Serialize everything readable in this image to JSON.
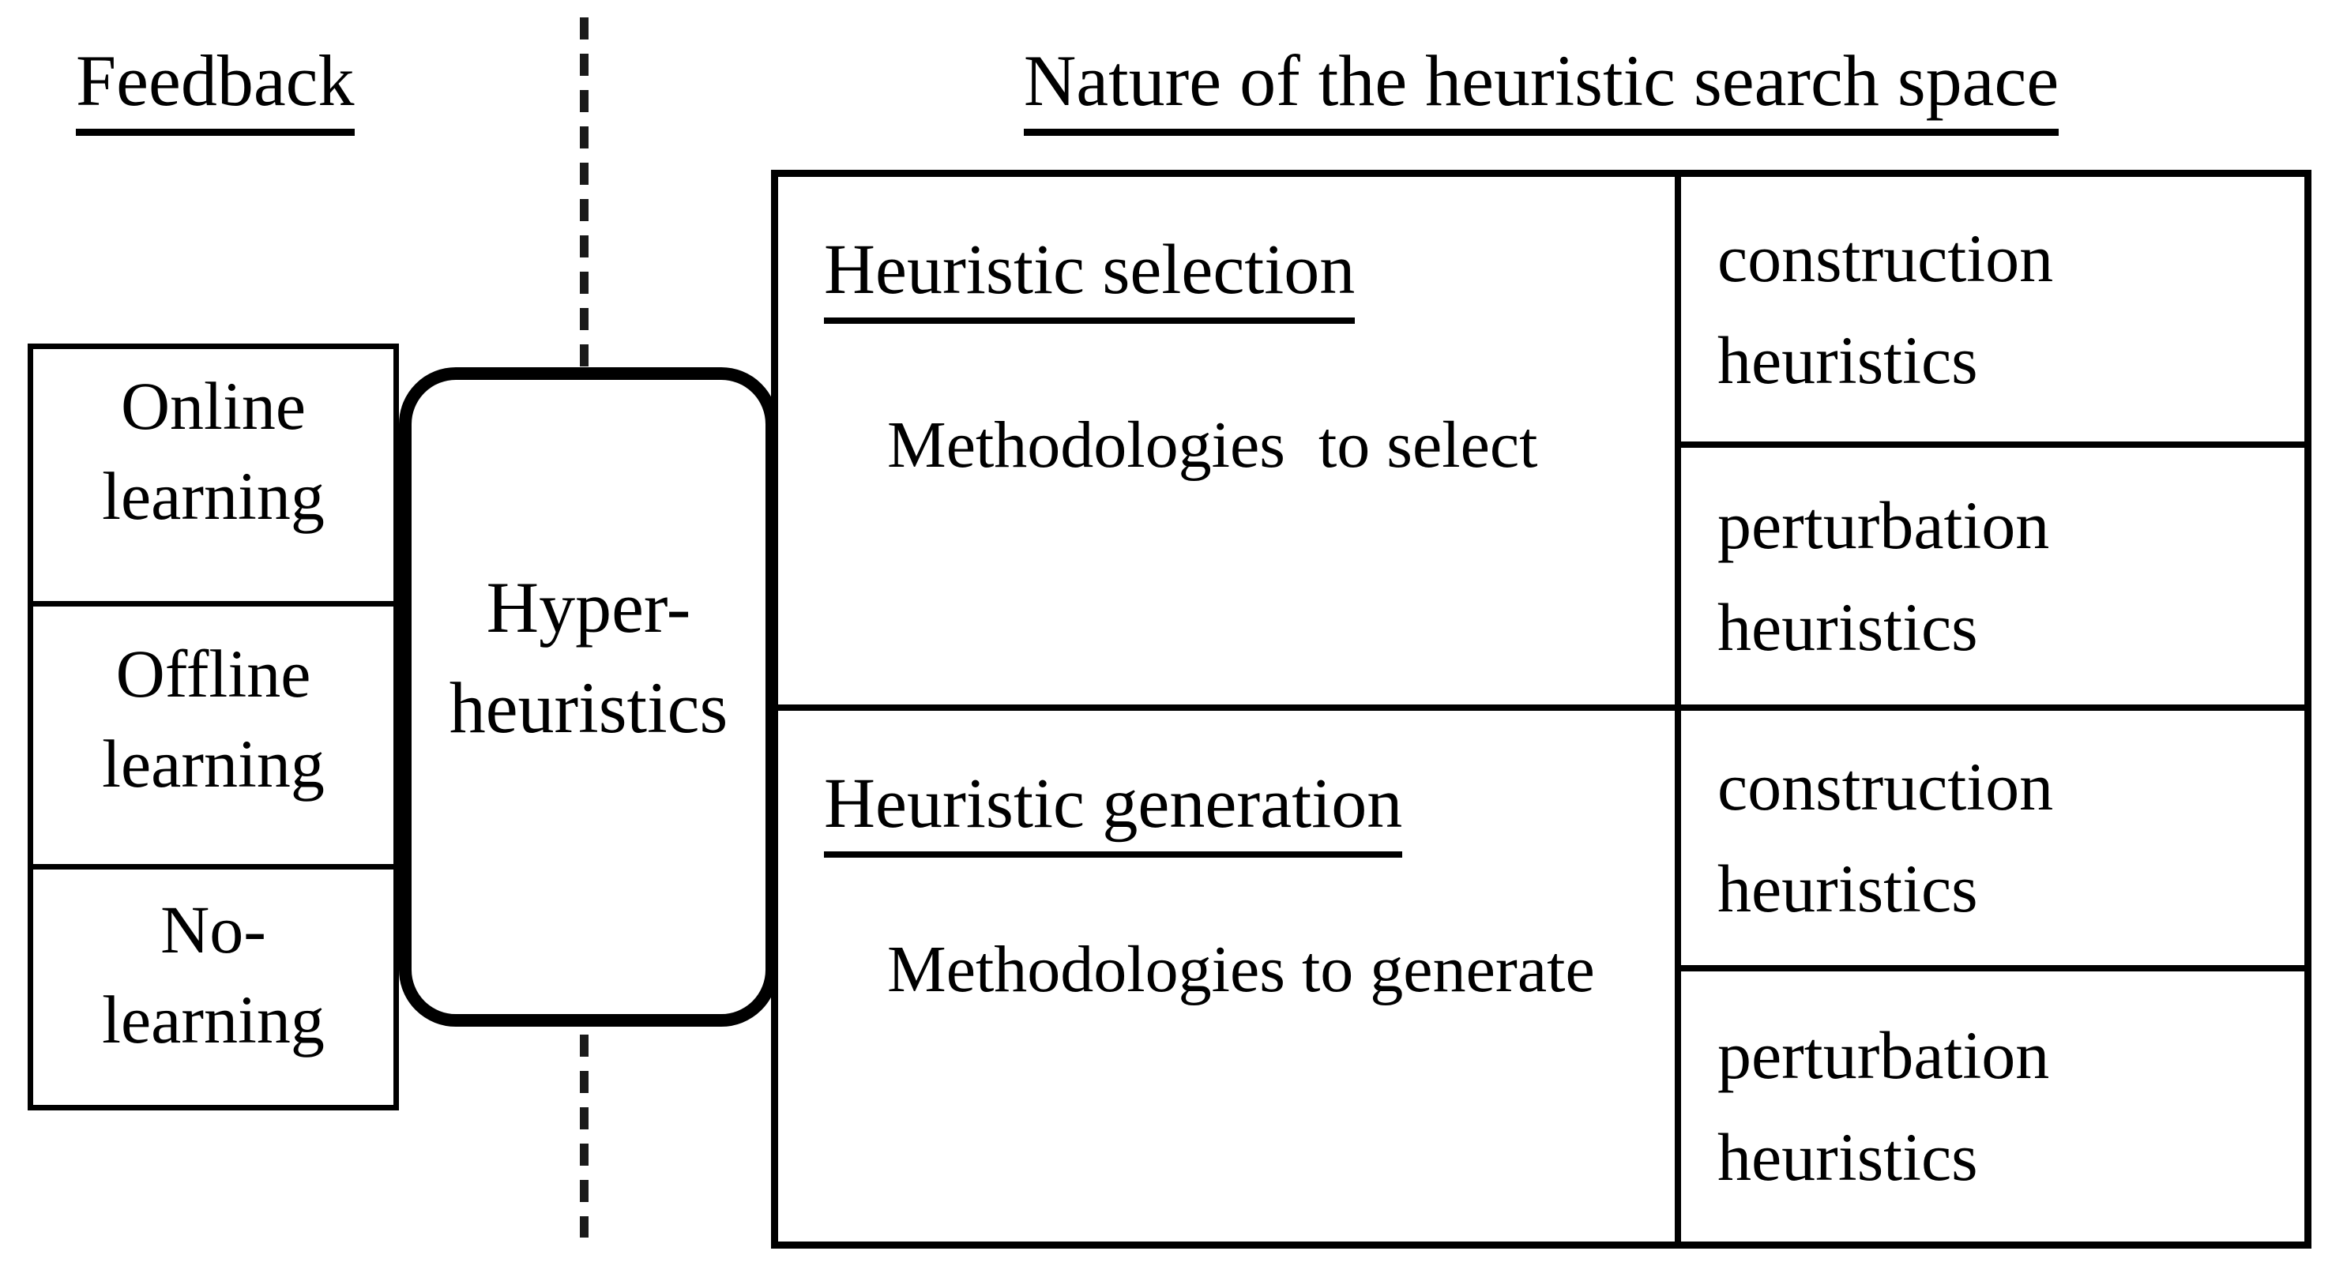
{
  "colors": {
    "ink": "#000000",
    "background": "#ffffff"
  },
  "left_panel": {
    "heading": "Feedback",
    "boxes": [
      {
        "label": "Online\nlearning"
      },
      {
        "label": "Offline\nlearning"
      },
      {
        "label": "No-\nlearning"
      }
    ]
  },
  "center": {
    "hyper_box_label": "Hyper-\nheuristics"
  },
  "right_panel": {
    "heading": "Nature of the heuristic search space",
    "rows": [
      {
        "title": "Heuristic selection",
        "subtitle": "Methodologies  to select",
        "cells": [
          {
            "label": "construction\nheuristics"
          },
          {
            "label": "perturbation\nheuristics"
          }
        ]
      },
      {
        "title": "Heuristic generation",
        "subtitle": "Methodologies to generate",
        "cells": [
          {
            "label": "construction\nheuristics"
          },
          {
            "label": "perturbation\nheuristics"
          }
        ]
      }
    ]
  }
}
